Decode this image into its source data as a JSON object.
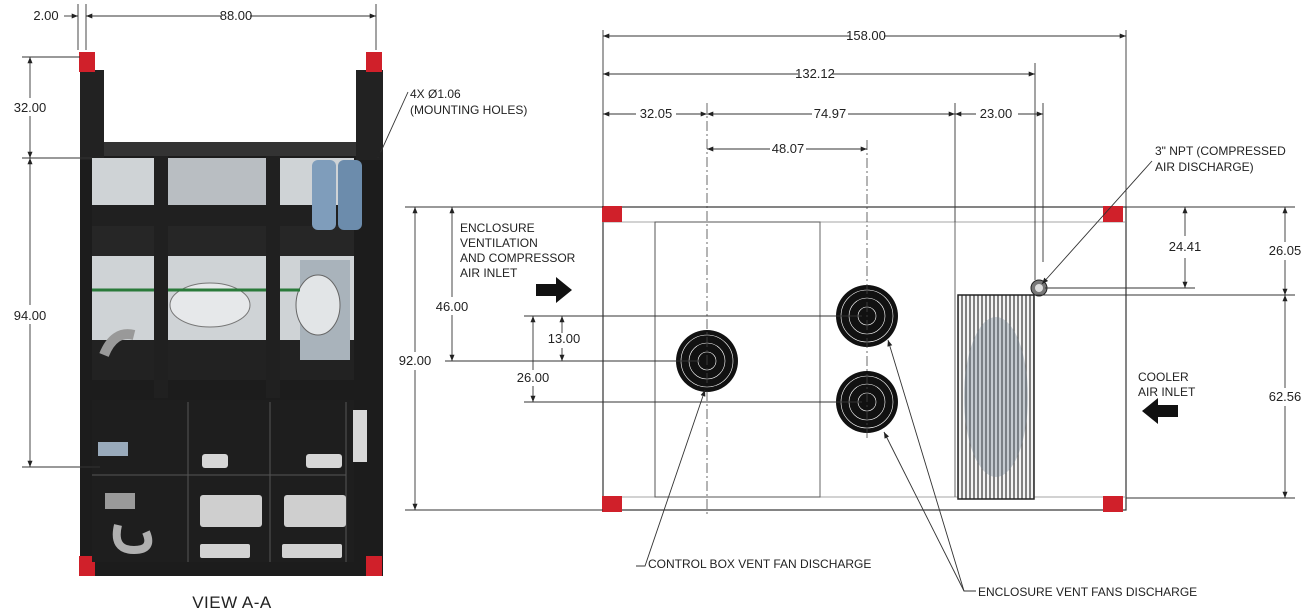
{
  "left_view": {
    "title": "VIEW  A-A",
    "dims": {
      "offset": "2.00",
      "width": "88.00",
      "top": "32.00",
      "height": "94.00"
    },
    "mounting_note": [
      "4X Ø1.06",
      "(MOUNTING HOLES)"
    ]
  },
  "right_view": {
    "dims": {
      "overall": "158.00",
      "to_discharge": "132.12",
      "seg1": "32.05",
      "seg2": "74.97",
      "seg3": "23.00",
      "fan_spacing": "48.07",
      "height_left": "92.00",
      "inlet_height": "46.00",
      "fan_offset_13": "13.00",
      "fan_offset_26": "26.00",
      "npt_height": "24.41",
      "right_top": "26.05",
      "right_bottom": "62.56"
    },
    "labels": {
      "npt": [
        "3\" NPT (COMPRESSED",
        "AIR DISCHARGE)"
      ],
      "enclosure_inlet": [
        "ENCLOSURE",
        "VENTILATION",
        "AND COMPRESSOR",
        "AIR INLET"
      ],
      "cooler_inlet": [
        "COOLER",
        "AIR INLET"
      ],
      "control_box_fan": "CONTROL BOX VENT FAN DISCHARGE",
      "enclosure_fans": "ENCLOSURE VENT FANS DISCHARGE"
    }
  }
}
